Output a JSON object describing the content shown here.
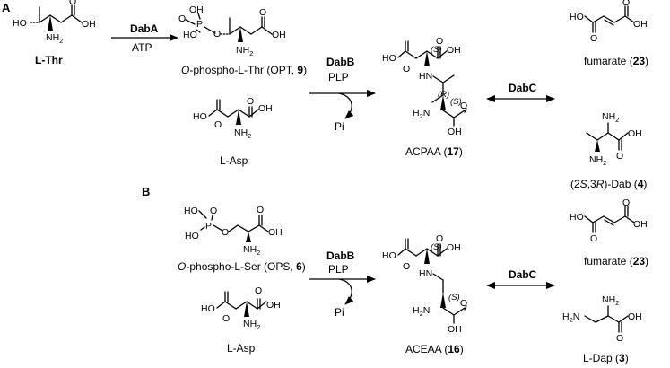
{
  "panels": {
    "a": "A",
    "b": "B"
  },
  "atoms": {
    "HO": "HO",
    "OH": "OH",
    "O": "O",
    "NH2": "NH",
    "NH": "NH",
    "HN": "HN",
    "H2N": "H",
    "N": "N",
    "H": "H",
    "P": "P",
    "two": "2"
  },
  "stereo": {
    "S": "(S)",
    "R": "(R)"
  },
  "panel_a": {
    "l_thr_label": "L-Thr",
    "enzyme_daba": "DabA",
    "cofactor_atp": "ATP",
    "opt_label_prefix": "O",
    "opt_label_rest": "-phospho-L-Thr (OPT, ",
    "opt_number": "9",
    "opt_label_close": ")",
    "enzyme_dabb": "DabB",
    "cofactor_plp": "PLP",
    "byproduct_pi": "Pi",
    "l_asp_label": "L-Asp",
    "product_label": "ACPAA (",
    "product_number": "17",
    "product_close": ")",
    "enzyme_dabc": "DabC",
    "fumarate_label": "fumarate (",
    "fumarate_number": "23",
    "fumarate_close": ")",
    "dab_open": "(2",
    "dab_s": "S",
    "dab_mid": ",3",
    "dab_r": "R",
    "dab_rest": ")-Dab (",
    "dab_number": "4",
    "dab_close": ")"
  },
  "panel_b": {
    "ops_label_prefix": "O",
    "ops_label_rest": "-phospho-L-Ser (OPS, ",
    "ops_number": "6",
    "ops_label_close": ")",
    "l_asp_label": "L-Asp",
    "enzyme_dabb": "DabB",
    "cofactor_plp": "PLP",
    "byproduct_pi": "Pi",
    "product_label": "ACEAA (",
    "product_number": "16",
    "product_close": ")",
    "enzyme_dabc": "DabC",
    "fumarate_label": "fumarate (",
    "fumarate_number": "23",
    "fumarate_close": ")",
    "dap_label": "L-Dap (",
    "dap_number": "3",
    "dap_close": ")"
  }
}
